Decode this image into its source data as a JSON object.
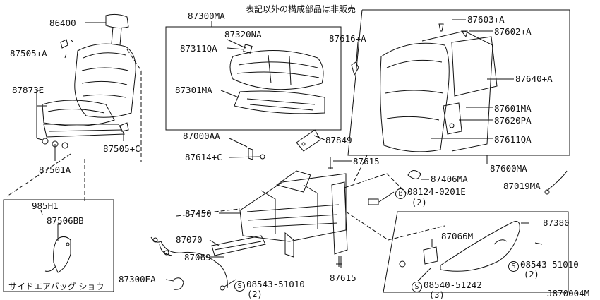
{
  "header_note": "表記以外の構成部品は非販売",
  "diagram_code": "J870004M",
  "inset_caption": "サイドエアバッグ ショウ",
  "sub_parens": {
    "p1": "(2)",
    "p2": "(2)",
    "p3": "(2)",
    "p4": "(3)"
  },
  "circle_b": "B",
  "circle_s": "S",
  "parts": {
    "p86400": "86400",
    "p87505A": "87505+A",
    "p87873E": "87873E",
    "p87505C": "87505+C",
    "p87501A": "87501A",
    "p985H1": "985H1",
    "p87506BB": "87506BB",
    "p87300MA": "87300MA",
    "p87320NA": "87320NA",
    "p87311QA": "87311QA",
    "p87301MA": "87301MA",
    "p87000AA": "87000AA",
    "p87849": "87849",
    "p87614C": "87614+C",
    "p87615a": "87615",
    "p87615b": "87615",
    "p87450": "87450",
    "p87070": "87070",
    "p87069": "87069",
    "p87300EA": "87300EA",
    "p08543a": "08543-51010",
    "p87616A": "87616+A",
    "p87603A": "87603+A",
    "p87602A": "87602+A",
    "p87640A": "87640+A",
    "p87601MA": "87601MA",
    "p87620PA": "87620PA",
    "p87611QA": "87611QA",
    "p87600MA": "87600MA",
    "p87406MA": "87406MA",
    "p08124": "08124-0201E",
    "p87019MA": "87019MA",
    "p87380": "87380",
    "p87066M": "87066M",
    "p08543b": "08543-51010",
    "p08540": "08540-51242"
  }
}
